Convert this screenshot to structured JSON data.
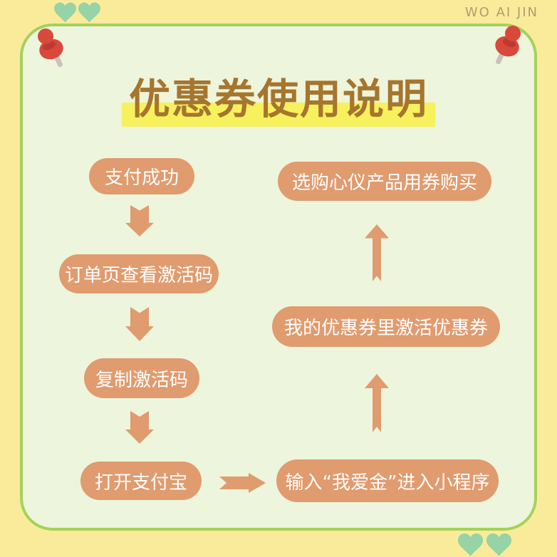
{
  "brand": "WO AI JIN",
  "title": "优惠券使用说明",
  "steps": [
    {
      "id": "payment-success",
      "label": "支付成功"
    },
    {
      "id": "order-page-view-code",
      "label": "订单页查看激活码"
    },
    {
      "id": "copy-activation-code",
      "label": "复制激活码"
    },
    {
      "id": "open-alipay",
      "label": "打开支付宝"
    },
    {
      "id": "enter-miniprogram",
      "label": "输入“我爱金”进入小程序"
    },
    {
      "id": "activate-coupon",
      "label": "我的优惠券里激活优惠券"
    },
    {
      "id": "buy-with-coupon",
      "label": "选购心仪产品用券购买"
    }
  ],
  "icons": {
    "pushpin": "pushpin-icon",
    "heart": "heart-icon",
    "arrow_down": "arrow-down-icon",
    "arrow_right": "arrow-right-icon",
    "arrow_up": "arrow-up-icon"
  },
  "colors": {
    "background": "#FAEB9B",
    "card_background": "#EDF5DC",
    "card_border": "#A5D15B",
    "pill": "#E09B6E",
    "pill_text": "#FFFFFF",
    "title_text": "#A6752E",
    "title_highlight": "#F7F15D",
    "heart_green": "#96D3A6",
    "pin_red": "#D8493C",
    "pin_red_dark": "#BE3A31",
    "pin_needle": "#C9C2BB",
    "brand_text": "#B29B73"
  }
}
